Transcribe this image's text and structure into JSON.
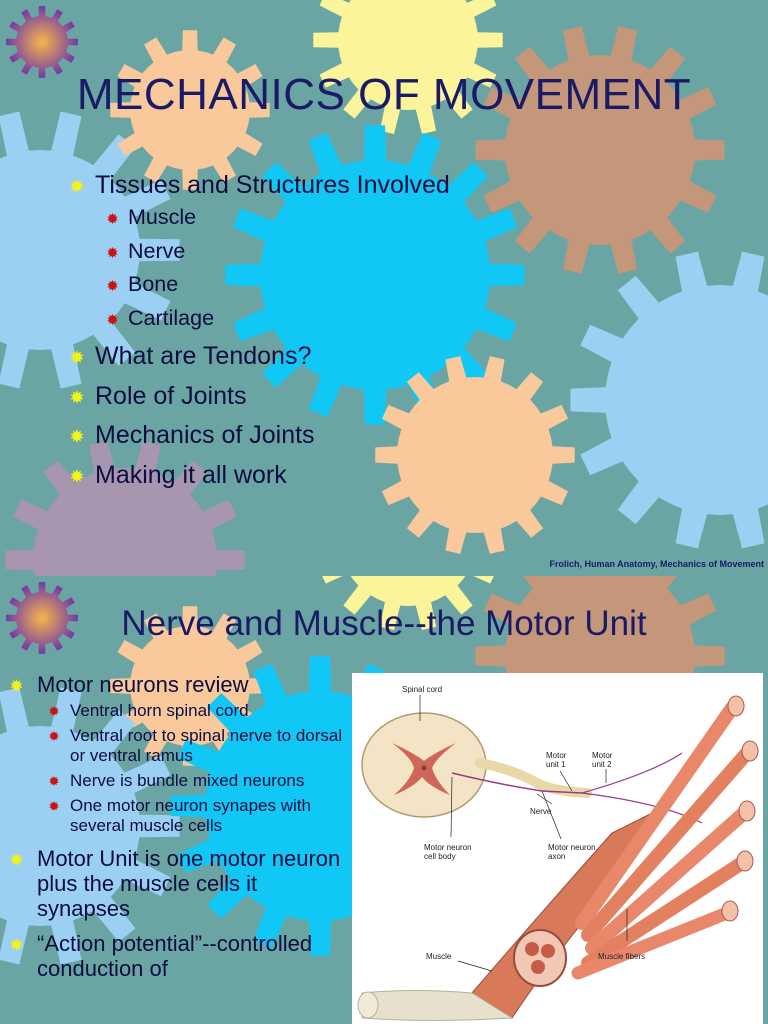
{
  "colors": {
    "background": "#6aa5a4",
    "title": "#1a1a66",
    "text": "#0d0d40",
    "bullet_primary": "#f3f21a",
    "bullet_secondary": "#cc1111",
    "gear_peach": "#f9c99b",
    "gear_yellow": "#fbf49a",
    "gear_tan": "#c4967a",
    "gear_cyan": "#11c7f5",
    "gear_lightblue": "#9cd0f3",
    "gear_lavender": "#a896b0"
  },
  "slide1": {
    "title": "MECHANICS OF MOVEMENT",
    "bullets": [
      {
        "text": "Tissues and Structures Involved",
        "sub": [
          "Muscle",
          "Nerve",
          "Bone",
          "Cartilage"
        ]
      },
      {
        "text": "What are Tendons?"
      },
      {
        "text": "Role of Joints"
      },
      {
        "text": "Mechanics of Joints"
      },
      {
        "text": "Making it all work"
      }
    ],
    "credit": "Frolich, Human Anatomy, Mechanics of Movement"
  },
  "slide2": {
    "title": "Nerve and Muscle--the Motor Unit",
    "bullets": [
      {
        "text": "Motor neurons review",
        "sub": [
          "Ventral horn spinal cord",
          "Ventral root to spinal nerve to dorsal or ventral ramus",
          "Nerve is bundle mixed neurons",
          "One motor neuron synapes with several muscle cells"
        ]
      },
      {
        "text": "Motor Unit is one motor neuron plus the muscle cells it synapses"
      },
      {
        "text": "“Action potential”--controlled conduction of"
      }
    ],
    "figure": {
      "labels": {
        "spinal_cord": "Spinal cord",
        "motor_unit_1": "Motor unit 1",
        "motor_unit_2": "Motor unit 2",
        "nerve": "Nerve",
        "motor_neuron_cell_body": "Motor neuron cell body",
        "motor_neuron_axon": "Motor neuron axon",
        "muscle": "Muscle",
        "muscle_fibers": "Muscle fibers"
      }
    }
  }
}
